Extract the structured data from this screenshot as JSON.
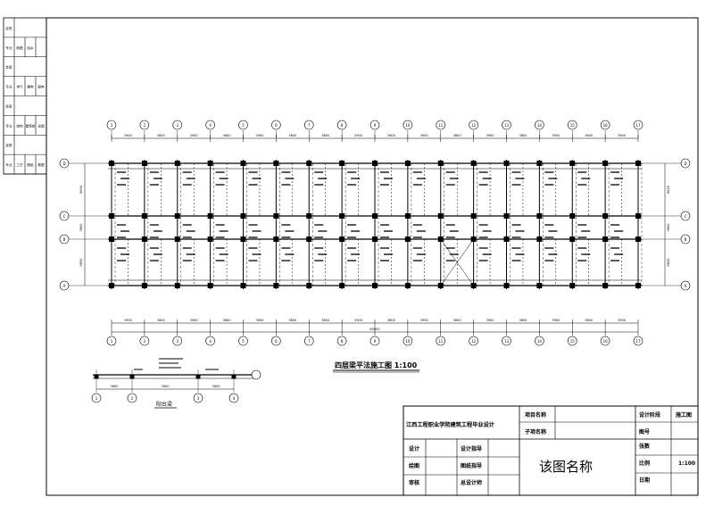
{
  "drawing": {
    "title": "四层梁平法施工图 1:100",
    "detail_title": "阳台梁",
    "overall_dimension": "60000",
    "top_dimensions": [
      "3900",
      "3600",
      "3900",
      "3600",
      "3900",
      "3600",
      "3600",
      "3900",
      "3600",
      "3900",
      "3600",
      "3900",
      "3600",
      "3900",
      "3600",
      "3900"
    ],
    "bottom_dimensions": [
      "3900",
      "3600",
      "3900",
      "3600",
      "3900",
      "3600",
      "3600",
      "3900",
      "3600",
      "3900",
      "3600",
      "3900",
      "3600",
      "3900",
      "3600",
      "3900"
    ],
    "left_dimensions": [
      "6600",
      "3900",
      "6600"
    ],
    "column_axes": [
      "1",
      "2",
      "3",
      "4",
      "5",
      "6",
      "7",
      "8",
      "9",
      "10",
      "11",
      "12",
      "13",
      "14",
      "15",
      "16",
      "17"
    ],
    "row_axes": [
      "D",
      "C",
      "B",
      "A"
    ],
    "detail_dims": [
      "3600",
      "7800",
      "3600"
    ],
    "detail_axes": [
      "1",
      "2",
      "3",
      "4"
    ]
  },
  "sign_block": {
    "rows": [
      [
        "会签",
        ""
      ],
      [
        "专业",
        "制图",
        "给水"
      ],
      [
        "会签",
        ""
      ],
      [
        "专业",
        "电气",
        "暖电",
        "弱电"
      ],
      [
        "会签",
        ""
      ],
      [
        "专业",
        "结构",
        "建筑结",
        "总图"
      ],
      [
        "会签",
        ""
      ],
      [
        "专业",
        "工艺",
        "图纸",
        "数据"
      ]
    ]
  },
  "title_block": {
    "school": "江西工程职业学院建筑工程毕业设计",
    "project_name_label": "项目名称",
    "sub_project_label": "子项名称",
    "design_stage_label": "设计阶段",
    "design_stage_value": "施工图",
    "drawing_no_label": "图号",
    "sheets_label": "张数",
    "scale_label": "比例",
    "scale_value": "1:100",
    "date_label": "日期",
    "design_label": "设计",
    "design_guide_label": "设计指导",
    "drawing_label": "绘图",
    "drawing_guide_label": "图纸指导",
    "review_label": "审核",
    "chief_label": "总设计师",
    "drawing_name": "该图名称"
  }
}
